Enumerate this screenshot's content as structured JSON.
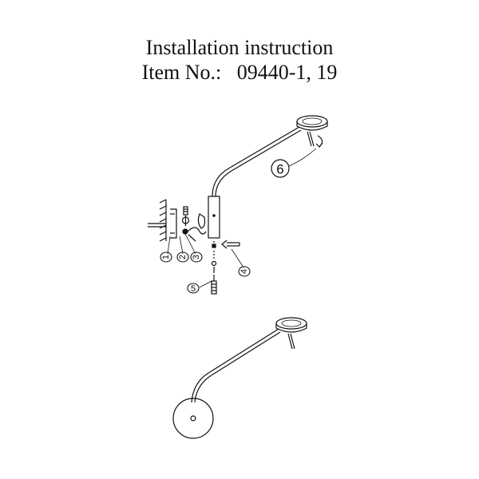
{
  "header": {
    "title": "Installation instruction",
    "item_label": "Item No.:",
    "item_number": "09440-1, 19"
  },
  "steps": [
    {
      "label": "1"
    },
    {
      "label": "2"
    },
    {
      "label": "3"
    },
    {
      "label": "4"
    },
    {
      "label": "5"
    },
    {
      "label": "6"
    }
  ],
  "colors": {
    "line": "#111111",
    "background": "#ffffff"
  }
}
